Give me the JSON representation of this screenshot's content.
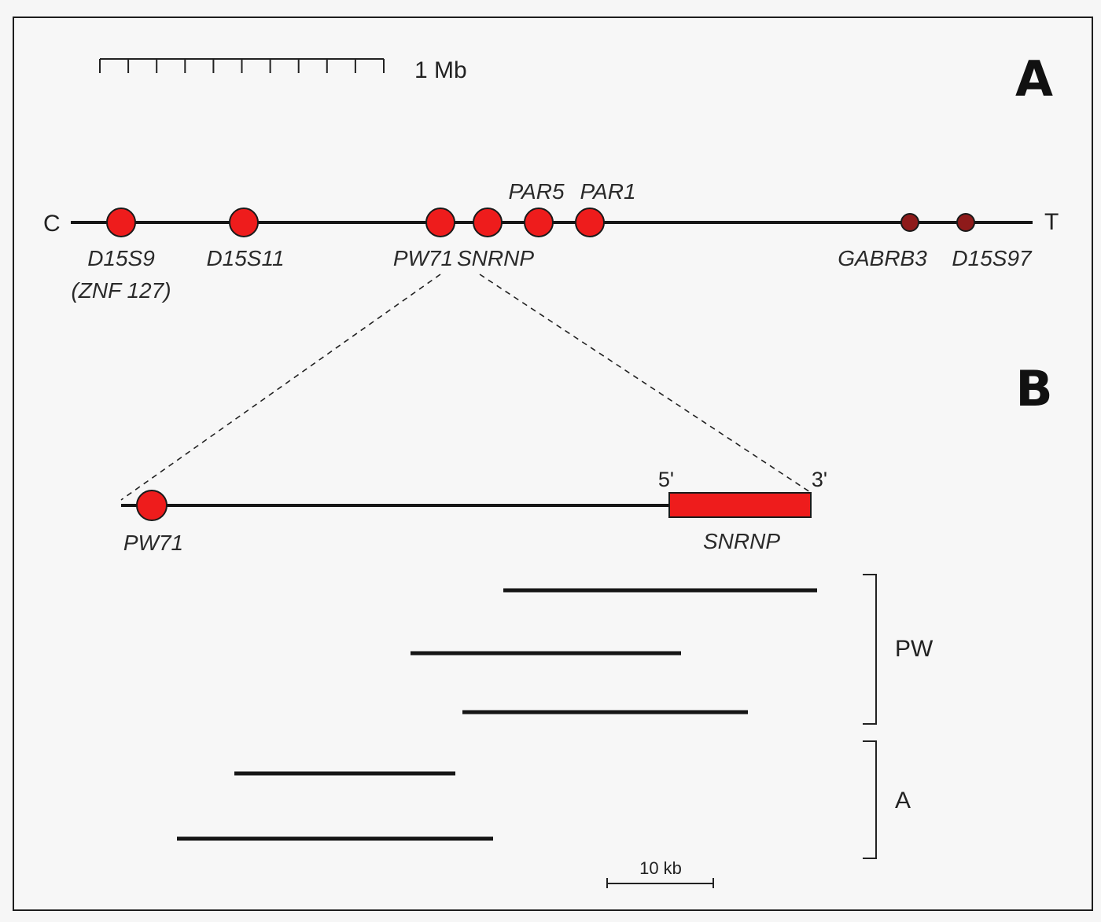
{
  "panels": {
    "a": "A",
    "b": "B"
  },
  "scale_top": {
    "label": "1 Mb",
    "ticks": 11
  },
  "scale_bottom": {
    "label": "10 kb"
  },
  "chromosome": {
    "left_end": "C",
    "right_end": "T",
    "loci": {
      "d15s9": "D15S9",
      "znf127": "(ZNF 127)",
      "d15s11": "D15S11",
      "pw71": "PW71",
      "snrnp": "SNRNP",
      "par5": "PAR5",
      "par1": "PAR1",
      "gabrb3": "GABRB3",
      "d15s97": "D15S97"
    }
  },
  "detail": {
    "pw71": "PW71",
    "snrnp": "SNRNP",
    "five_prime": "5'",
    "three_prime": "3'"
  },
  "deletions": {
    "group_pw": "PW",
    "group_a": "A"
  },
  "colors": {
    "marker_red": "#ee1c1c",
    "marker_dark": "#8e1a1a",
    "line": "#161616"
  }
}
